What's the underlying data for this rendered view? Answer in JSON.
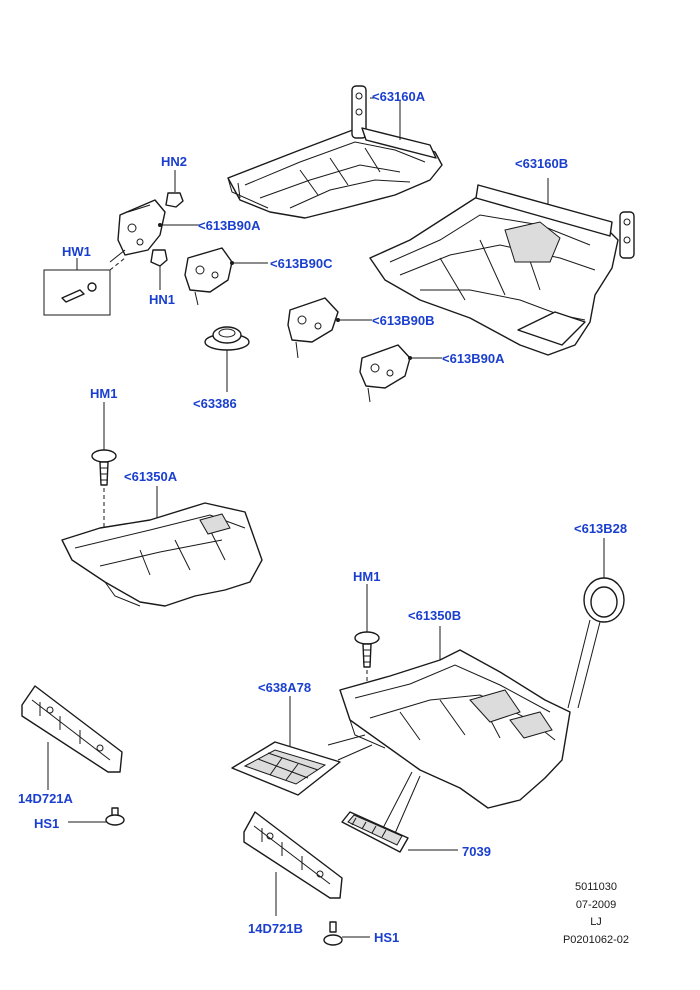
{
  "callouts": {
    "c63160A": "<63160A",
    "c63160B": "<63160B",
    "hn2": "HN2",
    "c613B90A_1": "<613B90A",
    "hw1": "HW1",
    "c613B90C": "<613B90C",
    "hn1": "HN1",
    "c613B90B": "<613B90B",
    "c613B90A_2": "<613B90A",
    "c63386": "<63386",
    "hm1_1": "HM1",
    "c61350A": "<61350A",
    "c613B28": "<613B28",
    "hm1_2": "HM1",
    "c61350B": "<61350B",
    "c638A78": "<638A78",
    "c14D721A": "14D721A",
    "hs1_1": "HS1",
    "c7039": "7039",
    "c14D721B": "14D721B",
    "hs1_2": "HS1"
  },
  "footer": {
    "line1": "5011030",
    "line2": "07-2009",
    "line3": "LJ",
    "line4": "P0201062-02"
  },
  "colors": {
    "callout": "#1a3fcf",
    "line": "#1a1a1a"
  }
}
